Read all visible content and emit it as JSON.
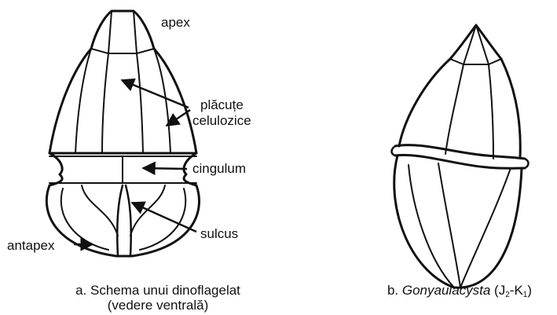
{
  "figure_a": {
    "labels": {
      "apex": "apex",
      "placute_1": "plăcuțe",
      "placute_2": "celulozice",
      "cingulum": "cingulum",
      "antapex": "antapex",
      "sulcus": "sulcus"
    },
    "caption_line1": "a. Schema unui dinoflagelat",
    "caption_line2": "(vedere ventrală)"
  },
  "figure_b": {
    "caption_prefix": "b. ",
    "caption_genus": "Gonyaulacysta",
    "caption_age_open": " (J",
    "caption_sub1": "2",
    "caption_dash": "-K",
    "caption_sub2": "1",
    "caption_close": ")"
  },
  "colors": {
    "ink": "#111111",
    "background": "#ffffff"
  }
}
